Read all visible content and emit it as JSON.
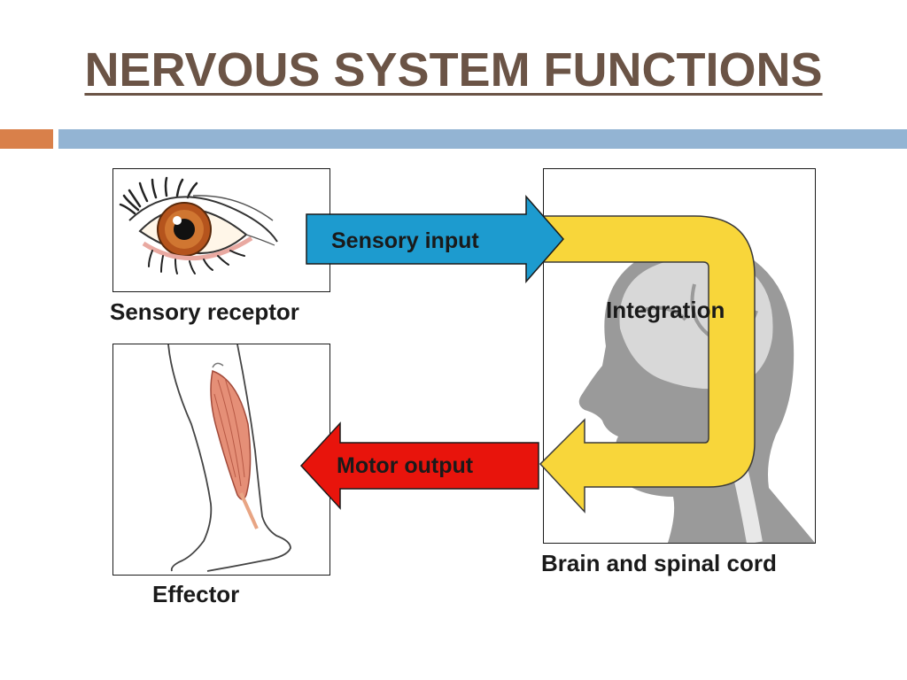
{
  "slide": {
    "title": "NERVOUS SYSTEM FUNCTIONS"
  },
  "colors": {
    "title": "#6b5446",
    "accent_orange": "#d9804a",
    "accent_blue": "#93b4d3",
    "sensory_arrow": "#1d9bcf",
    "integration_arrow": "#f8d63a",
    "motor_arrow": "#e8140c"
  },
  "diagram": {
    "sensory_receptor_label": "Sensory receptor",
    "effector_label": "Effector",
    "brain_label": "Brain and spinal cord",
    "sensory_input_label": "Sensory input",
    "integration_label": "Integration",
    "motor_output_label": "Motor output",
    "icons": {
      "receptor": "eye-icon",
      "effector": "leg-muscle-icon",
      "brain": "head-silhouette-icon"
    }
  }
}
